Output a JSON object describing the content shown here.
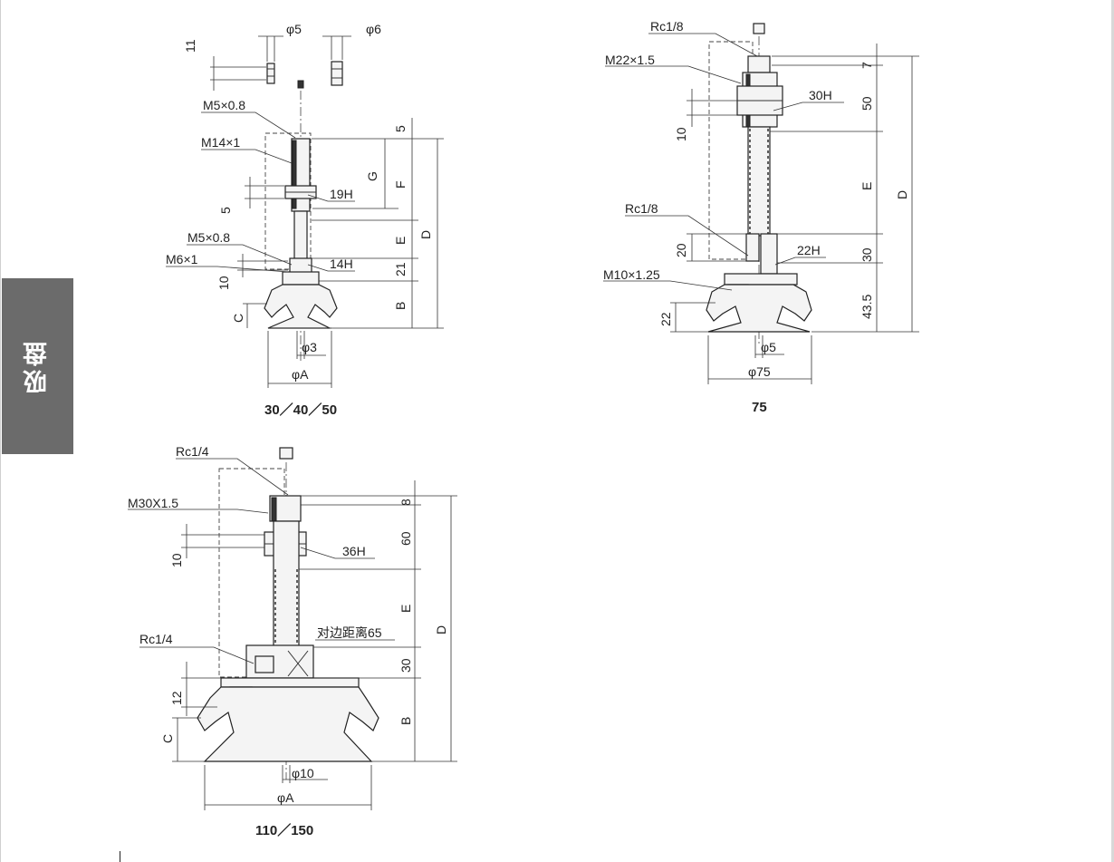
{
  "side_tab": {
    "label": "吸盘"
  },
  "views": [
    {
      "caption": "30／40／50",
      "callouts": [
        "M5×0.8",
        "M14×1",
        "19H",
        "M5×0.8",
        "M6×1",
        "14H",
        "φ5",
        "φ6",
        "φ3",
        "φA"
      ],
      "dimensions": [
        "11",
        "5",
        "5",
        "10",
        "C",
        "G",
        "F",
        "E",
        "21",
        "B",
        "D"
      ]
    },
    {
      "caption": "75",
      "callouts": [
        "Rc1/8",
        "M22×1.5",
        "30H",
        "Rc1/8",
        "22H",
        "M10×1.25",
        "φ5",
        "φ75"
      ],
      "dimensions": [
        "7",
        "50",
        "10",
        "E",
        "D",
        "20",
        "30",
        "43.5",
        "22"
      ]
    },
    {
      "caption": "110／150",
      "callouts": [
        "Rc1/4",
        "M30X1.5",
        "36H",
        "对边距离65",
        "Rc1/4",
        "φ10",
        "φA"
      ],
      "dimensions": [
        "8",
        "60",
        "10",
        "E",
        "D",
        "30",
        "12",
        "B",
        "C"
      ]
    }
  ]
}
